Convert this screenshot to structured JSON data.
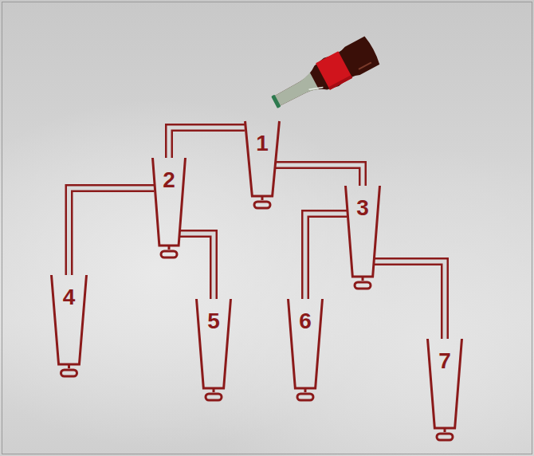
{
  "diagram": {
    "nodes": [
      {
        "text": [
          "1"
        ]
      },
      {
        "text": [
          "2"
        ]
      },
      {
        "text": [
          "3"
        ]
      },
      {
        "text": [
          "4"
        ]
      },
      {
        "text": [
          "5"
        ]
      },
      {
        "text": [
          "6"
        ]
      },
      {
        "text": [
          "7"
        ]
      }
    ],
    "edges": [
      {
        "from": 0,
        "to": 1,
        "arrow": "none"
      },
      {
        "from": 0,
        "to": 2,
        "arrow": "none"
      },
      {
        "from": 1,
        "to": 3,
        "arrow": "none"
      },
      {
        "from": 1,
        "to": 4,
        "arrow": "none"
      },
      {
        "from": 2,
        "to": 5,
        "arrow": "none"
      },
      {
        "from": 2,
        "to": 6,
        "arrow": "none"
      }
    ]
  }
}
